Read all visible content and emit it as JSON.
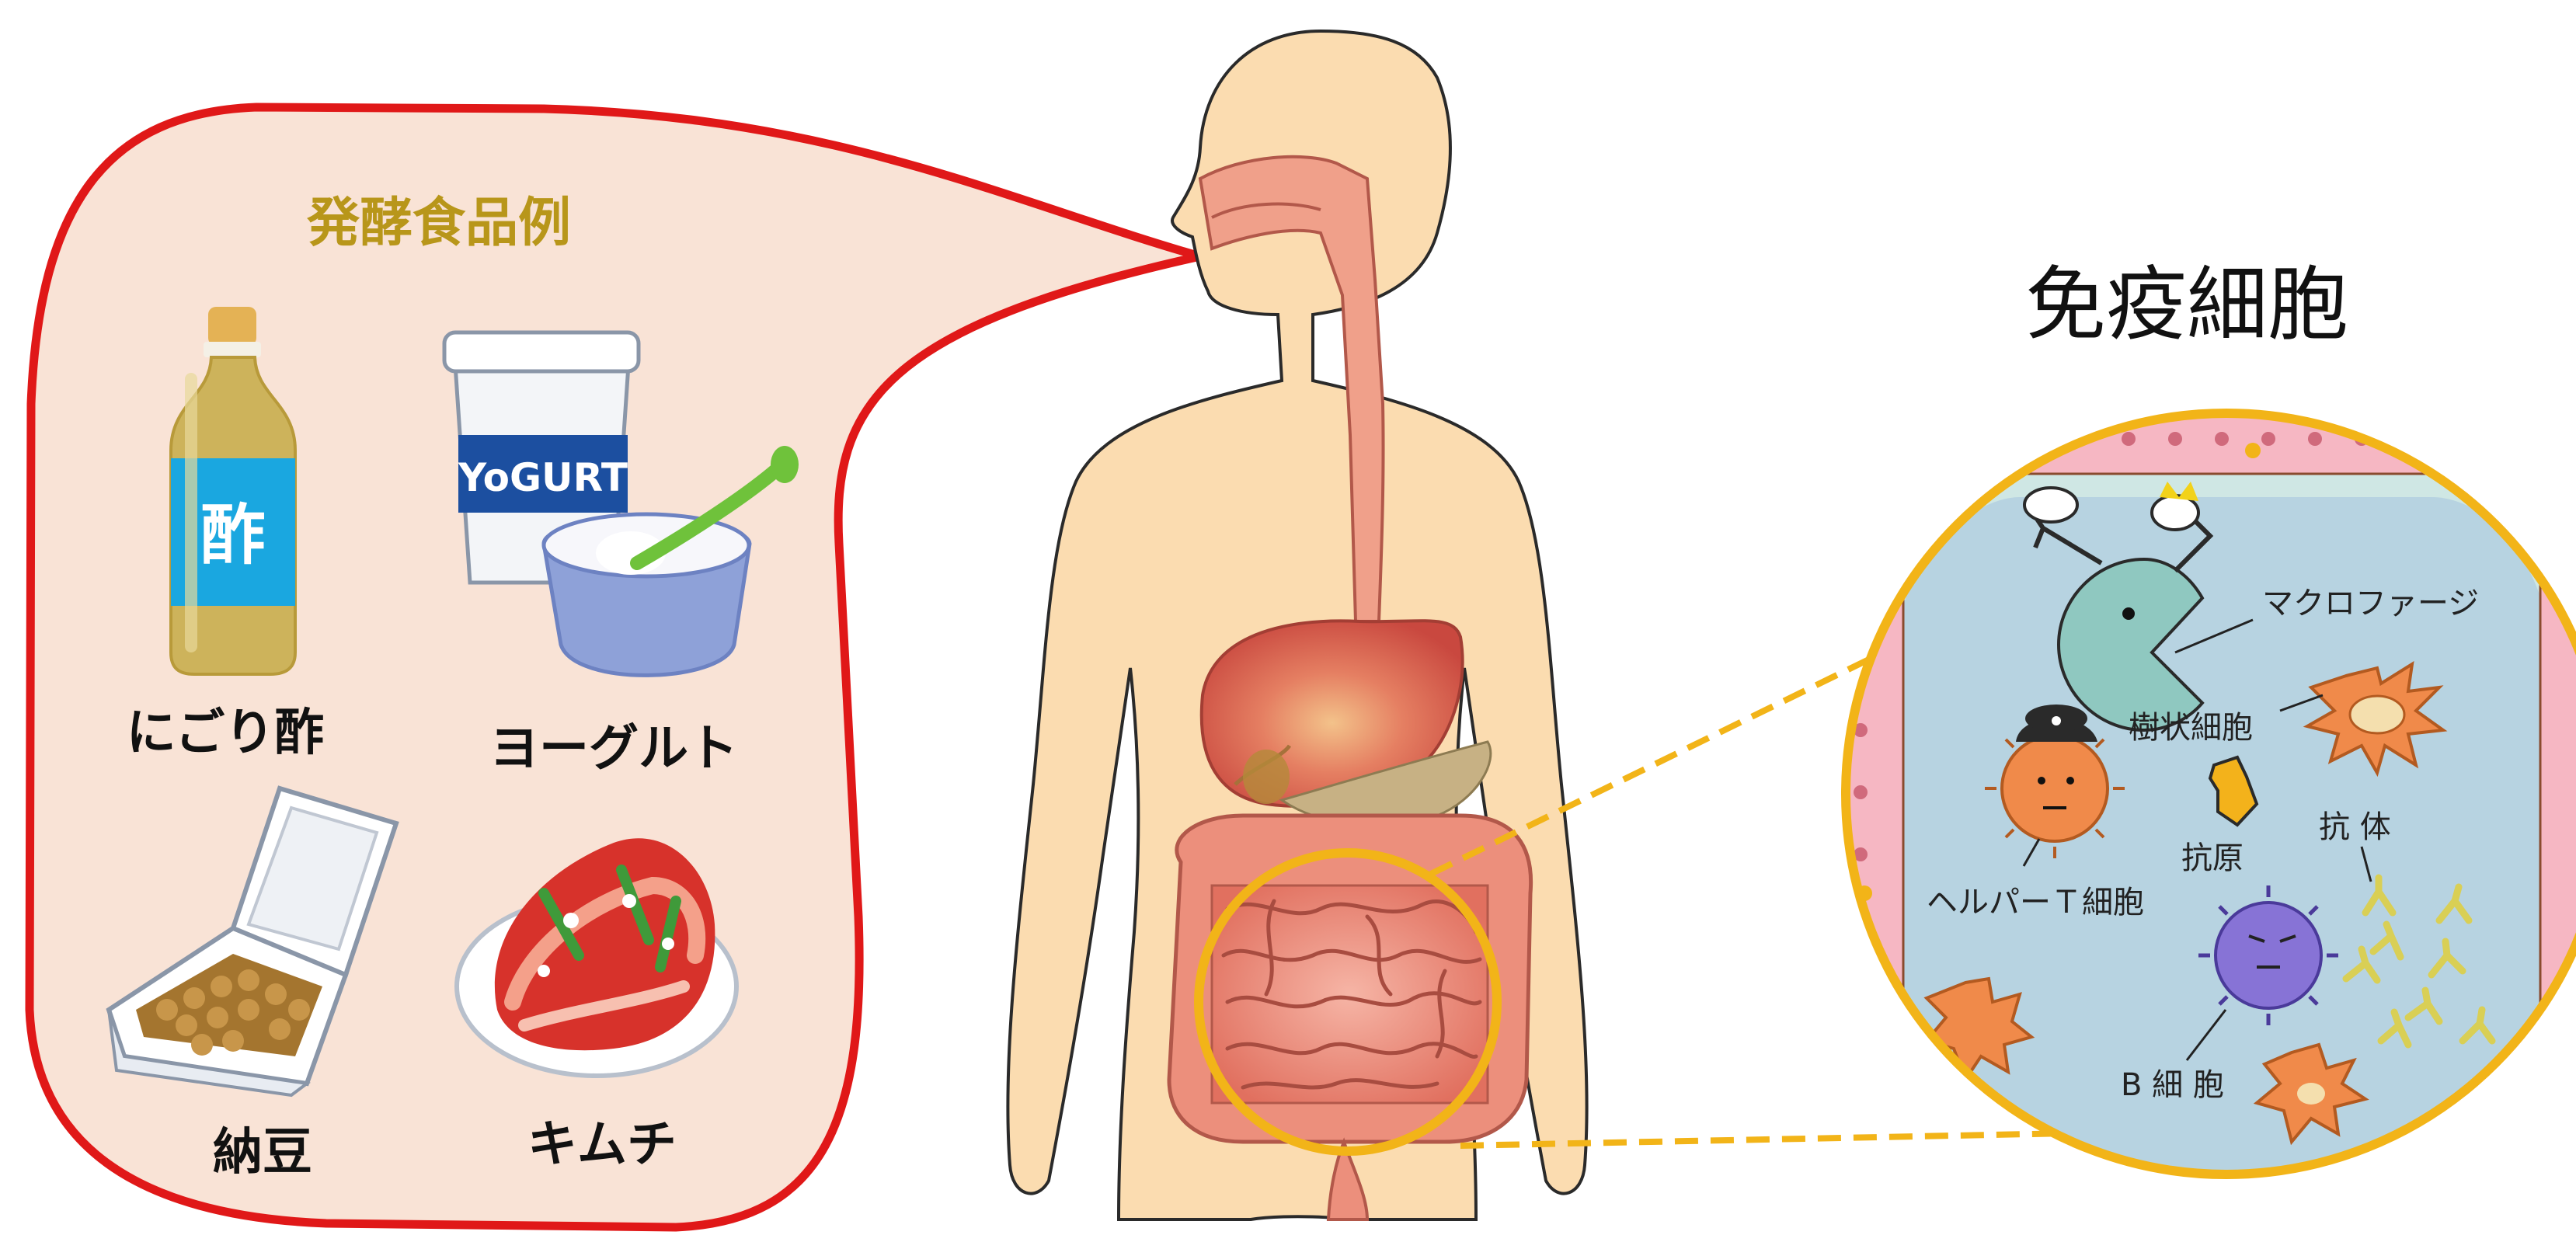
{
  "colors": {
    "bubble_fill": "#f9e3d6",
    "bubble_stroke": "#e01818",
    "body_fill": "#fbdcb0",
    "gold": "#f2b418",
    "title_gold": "#b8961a",
    "intestine": "#e8887a",
    "stomach": "#d9574b",
    "cell_bg": "#cfe7e4",
    "villi": "#f6b7c3"
  },
  "food_panel": {
    "title": "発酵食品例",
    "items": [
      {
        "label": "にごり酢",
        "bottle_text": "酢",
        "icon": "vinegar-bottle-icon"
      },
      {
        "label": "ヨーグルト",
        "cup_text": "YoGURT",
        "icon": "yogurt-icon"
      },
      {
        "label": "納豆",
        "icon": "natto-icon"
      },
      {
        "label": "キムチ",
        "icon": "kimchi-icon"
      }
    ]
  },
  "immune_panel": {
    "title": "免疫細胞",
    "labels": {
      "macrophage": "マクロファージ",
      "dendritic": "樹状細胞",
      "helper_t": "ヘルパーＴ細胞",
      "antigen": "抗原",
      "antibody": "抗 体",
      "b_cell": "B 細 胞"
    }
  }
}
